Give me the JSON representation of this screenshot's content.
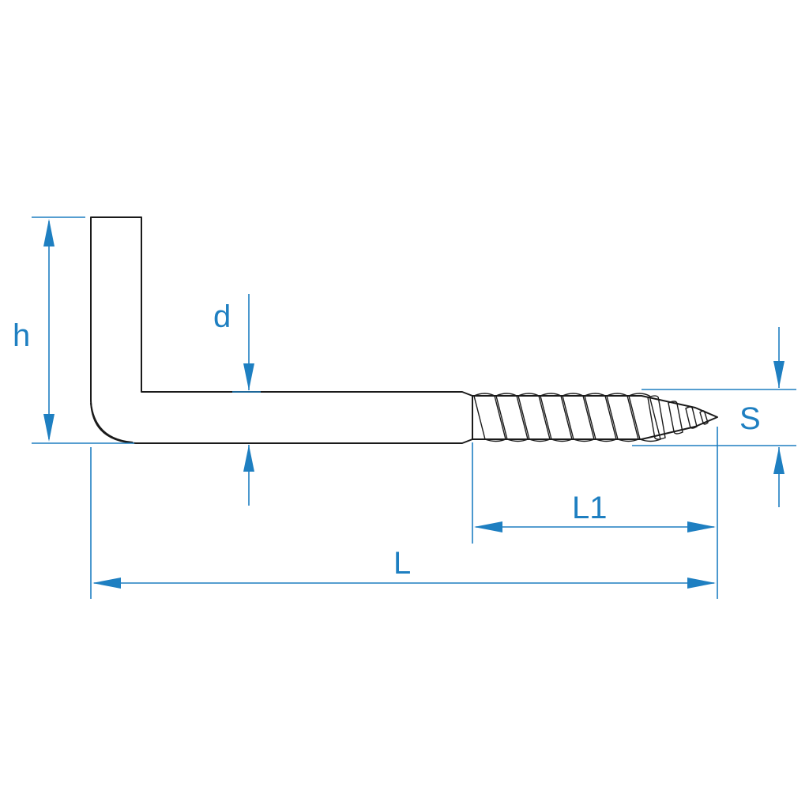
{
  "diagram": {
    "colors": {
      "dimension": "#1e7fc1",
      "outline": "#1a1a1a",
      "background": "#ffffff"
    },
    "dimensions": {
      "h": "h",
      "d": "d",
      "S": "S",
      "L1": "L1",
      "L": "L"
    }
  }
}
